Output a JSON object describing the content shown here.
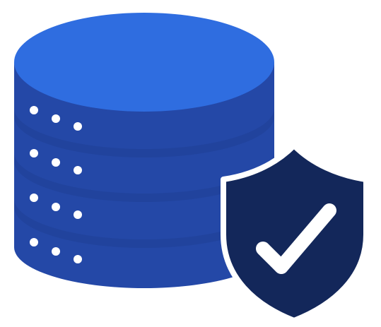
{
  "illustration": {
    "subject": "secure-database",
    "icons": [
      "database-icon",
      "shield-icon",
      "checkmark-icon"
    ],
    "colors": {
      "background": "#ffffff",
      "db_top": "#2f6de0",
      "db_body": "#2448a7",
      "db_band_shadow": "#1f3f95",
      "db_dots": "#ffffff",
      "shield_fill": "#13275a",
      "shield_outline": "#ffffff",
      "check": "#ffffff"
    },
    "database": {
      "stack_segments": 4,
      "indicator_dots_per_segment": 3
    }
  }
}
